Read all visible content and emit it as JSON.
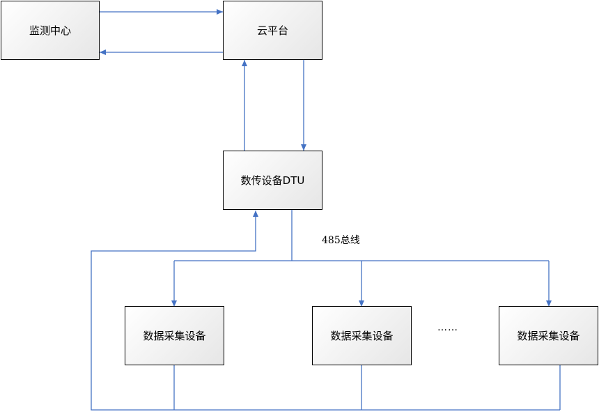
{
  "colors": {
    "connector": "#4472C4",
    "box_border": "#000000"
  },
  "nodes": {
    "monitor_center": "监测中心",
    "cloud_platform": "云平台",
    "dtu": "数传设备DTU",
    "collector_1": "数据采集设备",
    "collector_2": "数据采集设备",
    "collector_3": "数据采集设备"
  },
  "labels": {
    "bus": "485总线",
    "ellipsis": "……"
  }
}
